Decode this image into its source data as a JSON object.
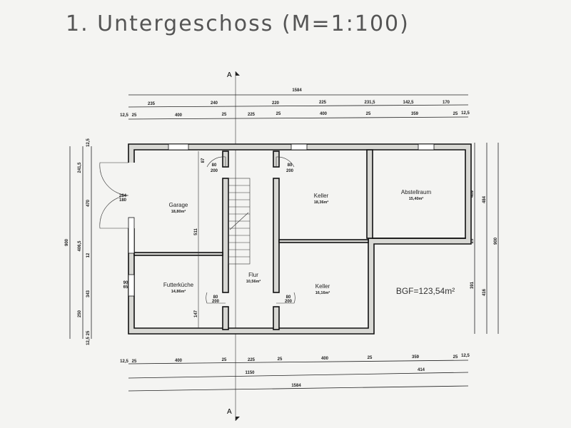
{
  "title": "1. Untergeschoss (M=1:100)",
  "section_marker": "A",
  "bgf": "BGF=123,54m²",
  "rooms": [
    {
      "name": "Garage",
      "area": "18,80m²"
    },
    {
      "name": "Futterküche",
      "area": "14,86m²"
    },
    {
      "name": "Flur",
      "area": "10,56m²"
    },
    {
      "name": "Keller",
      "area": "18,36m²"
    },
    {
      "name": "Keller",
      "area": "16,16m²"
    },
    {
      "name": "Abstellraum",
      "area": "15,40m²"
    }
  ],
  "door_label": {
    "w": "80",
    "h": "200"
  },
  "garage_door": {
    "w": "264",
    "h": "180"
  },
  "window_left": {
    "w": "90",
    "h": "65"
  },
  "dims_top": {
    "total": "1584",
    "row2": [
      "235",
      "240",
      "220",
      "225",
      "231,5",
      "142,5",
      "170"
    ],
    "row3": [
      "12,5",
      "25",
      "400",
      "25",
      "225",
      "25",
      "400",
      "25",
      "359",
      "25",
      "12,5"
    ]
  },
  "dims_bottom": {
    "row1": [
      "12,5",
      "25",
      "400",
      "25",
      "225",
      "25",
      "400",
      "25",
      "359",
      "25",
      "12,5"
    ],
    "row2": [
      "1150",
      "414"
    ],
    "total": "1584"
  },
  "dims_left": {
    "total": "900",
    "row2": [
      "241,5",
      "406,5",
      "250"
    ],
    "row3": [
      "12,5",
      "470",
      "12",
      "343",
      "25",
      "12,5"
    ]
  },
  "dims_right": {
    "total": "900",
    "row2": [
      "484",
      "416"
    ],
    "row3": [
      "409",
      "25",
      "391"
    ]
  },
  "dims_inner": [
    "511",
    "147",
    "87"
  ]
}
